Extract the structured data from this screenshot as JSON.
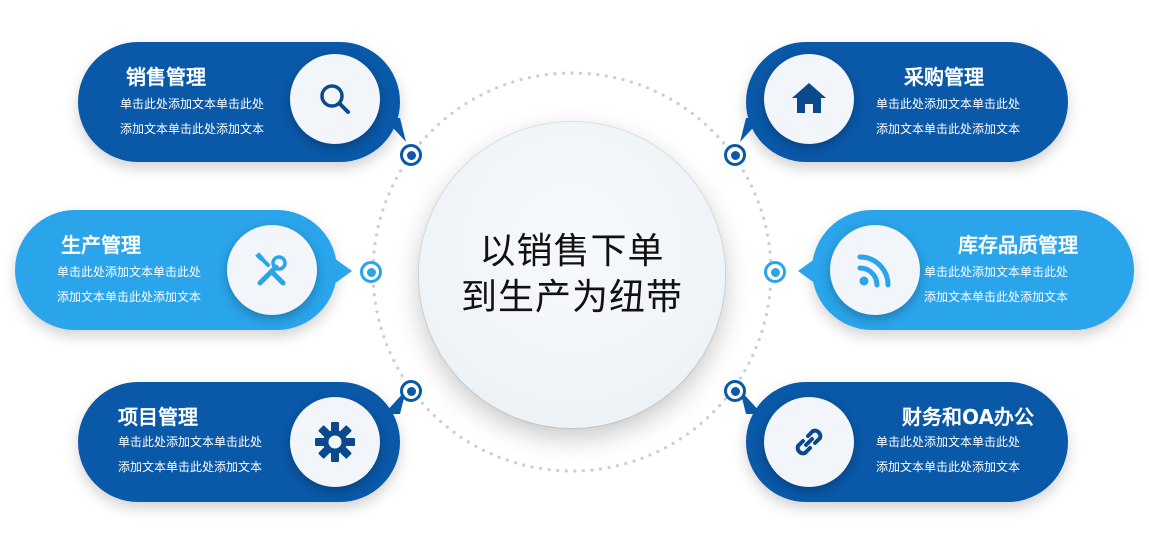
{
  "center": {
    "line1": "以销售下单",
    "line2": "到生产为纽带"
  },
  "colors": {
    "dark": "#0a58a8",
    "light": "#2aa4ea",
    "icon_dark": "#0a4a8c",
    "icon_light": "#2aa4ea"
  },
  "nodes": [
    {
      "title": "销售管理",
      "line1": "单击此处添加文本单击此处",
      "line2": "添加文本单击此处添加文本",
      "icon": "search-icon"
    },
    {
      "title": "采购管理",
      "line1": "单击此处添加文本单击此处",
      "line2": "添加文本单击此处添加文本",
      "icon": "home-icon"
    },
    {
      "title": "生产管理",
      "line1": "单击此处添加文本单击此处",
      "line2": "添加文本单击此处添加文本",
      "icon": "tools-icon"
    },
    {
      "title": "库存品质管理",
      "line1": "单击此处添加文本单击此处",
      "line2": "添加文本单击此处添加文本",
      "icon": "rss-icon"
    },
    {
      "title": "项目管理",
      "line1": "单击此处添加文本单击此处",
      "line2": "添加文本单击此处添加文本",
      "icon": "gear-icon"
    },
    {
      "title": "财务和OA办公",
      "line1": "单击此处添加文本单击此处",
      "line2": "添加文本单击此处添加文本",
      "icon": "link-icon"
    }
  ]
}
